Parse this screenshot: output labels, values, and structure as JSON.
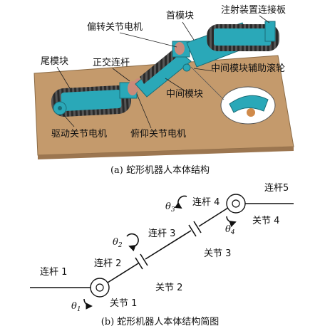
{
  "figure_a": {
    "labels": {
      "head_module": "首模块",
      "yaw_joint_motor": "偏转关节电机",
      "injector_plate": "注射装置连接板",
      "tail_module": "尾模块",
      "orthogonal_link": "正交连杆",
      "middle_roller": "中间模块辅助滚轮",
      "middle_module": "中间模块",
      "drive_joint_motor": "驱动关节电机",
      "pitch_joint_motor": "俯仰关节电机"
    },
    "caption": "(a) 蛇形机器人本体结构",
    "colors": {
      "teal": "#2aa8b8",
      "track": "#2a2a2a",
      "floor": "#c49a6c",
      "motor": "#c98a7a"
    }
  },
  "figure_b": {
    "labels": {
      "link1": "连杆 1",
      "link2": "连杆 2",
      "link3": "连杆 3",
      "link4": "连杆 4",
      "link5": "连杆5",
      "joint1": "关节 1",
      "joint2": "关节 2",
      "joint3": "关节 3",
      "joint4": "关节 4",
      "theta1": "θ",
      "theta1_sub": "1",
      "theta2": "θ",
      "theta2_sub": "2",
      "theta3": "θ",
      "theta3_sub": "3",
      "theta4": "θ",
      "theta4_sub": "4"
    },
    "caption": "(b) 蛇形机器人本体结构简图"
  }
}
